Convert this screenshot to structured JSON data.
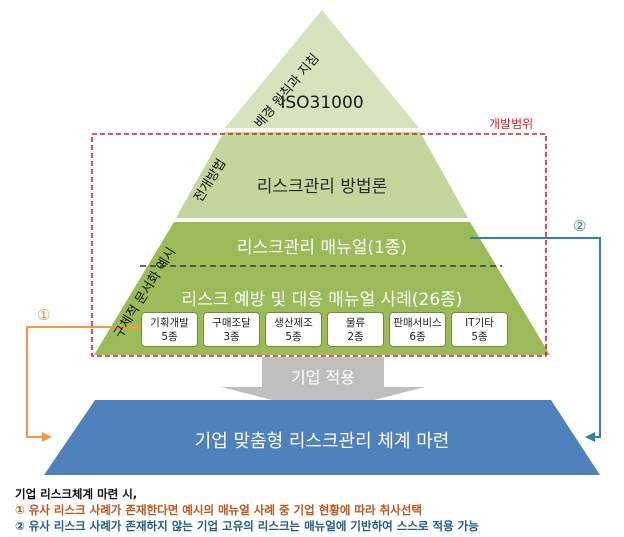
{
  "pyramid": {
    "top_label": "ISO31000",
    "middle_label": "리스크관리 방법론",
    "manual_label": "리스크관리 매뉴얼(1종)",
    "cases_label": "리스크 예방 및 대응 매뉴얼 사례(26종)"
  },
  "side_labels": {
    "top": "배경 원칙과 지침",
    "middle": "전개방법",
    "bottom": "구체적 문서화 예시"
  },
  "development_range_label": "개발범위",
  "categories": [
    {
      "name": "기획개발",
      "count": "5종"
    },
    {
      "name": "구매조달",
      "count": "3종"
    },
    {
      "name": "생산제조",
      "count": "5종"
    },
    {
      "name": "물류",
      "count": "2종"
    },
    {
      "name": "판매서비스",
      "count": "6종"
    },
    {
      "name": "IT기타",
      "count": "5종"
    }
  ],
  "markers": {
    "one": "①",
    "two": "②"
  },
  "apply_label": "기업 적용",
  "bottom_label": "기업 맞춤형 리스크관리 체계 마련",
  "notes": {
    "heading": "기업 리스크체계 마련 시,",
    "line1": "① 유사 리스크 사례가 존재한다면 예시의 매뉴얼 사례 중 기업 현황에 따라 취사선택",
    "line2": "② 유사 리스크 사례가 존재하지 않는 기업 고유의 리스크는 매뉴얼에 기반하여 스스로 적용 가능"
  },
  "colors": {
    "top_tier": "#d6e3bc",
    "middle_tier": "#c3d69b",
    "bottom_tier": "#9bbb59",
    "bottom_bar": "#4f81bd",
    "arrow_grey": "#bfbfbf",
    "orange": "#f79646",
    "teal": "#31849b",
    "dashed_red": "#e02020"
  }
}
